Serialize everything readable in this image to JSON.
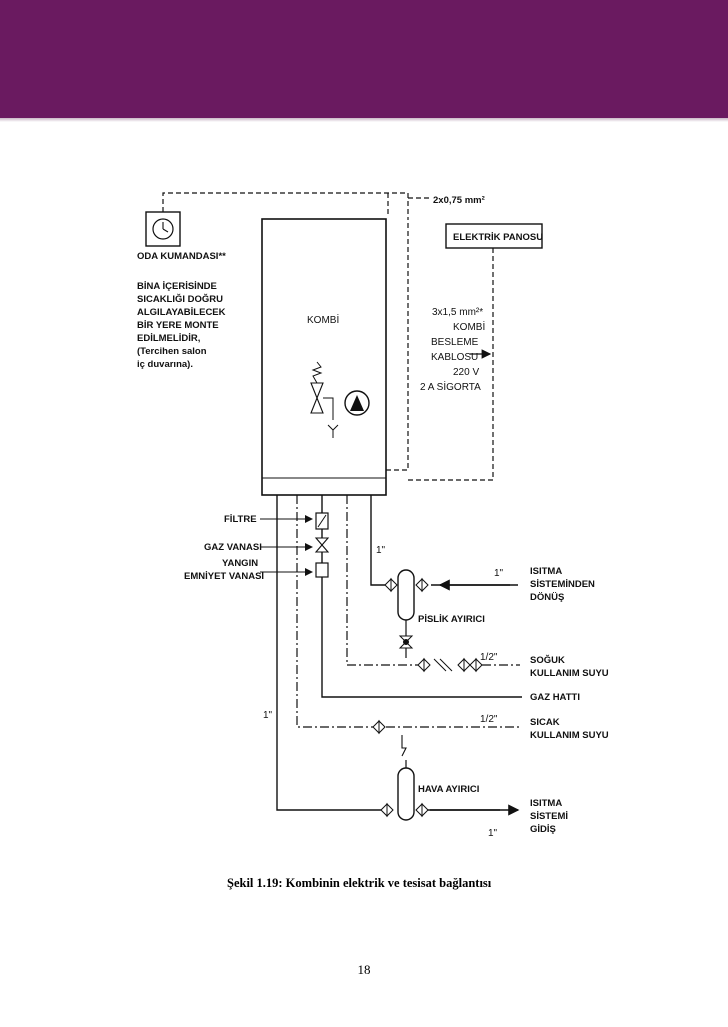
{
  "header": {
    "color": "#6a1a60"
  },
  "diagram": {
    "cable_top": "2x0,75 mm²",
    "room_thermostat": "ODA KUMANDASI**",
    "note_lines": [
      "BİNA İÇERİSİNDE",
      "SICAKLIĞI DOĞRU",
      "ALGILAYABİLECEK",
      "BİR YERE MONTE",
      "EDİLMELİDİR,",
      "(Tercihen salon",
      "iç duvarına)."
    ],
    "electric_panel": "ELEKTRİK PANOSU",
    "boiler_label": "KOMBİ",
    "supply_lines": [
      "3x1,5 mm²*",
      "KOMBİ",
      "BESLEME",
      "KABLOSU",
      "220 V",
      "2 A SİGORTA"
    ],
    "filter": "FİLTRE",
    "gas_valve": "GAZ VANASI",
    "fire_valve_1": "YANGIN",
    "fire_valve_2": "EMNİYET VANASI",
    "pipe_1in_a": "1\"",
    "pipe_1in_b": "1\"",
    "pipe_1in_c": "1\"",
    "pipe_1in_d": "1\"",
    "pipe_half_a": "1/2\"",
    "pipe_half_b": "1/2\"",
    "return_lines": [
      "ISITMA",
      "SİSTEMİNDEN",
      "DÖNÜŞ"
    ],
    "dirt_separator": "PİSLİK AYIRICI",
    "cold_lines": [
      "SOĞUK",
      "KULLANIM SUYU"
    ],
    "gas_line": "GAZ HATTI",
    "hot_lines": [
      "SICAK",
      "KULLANIM SUYU"
    ],
    "air_separator": "HAVA AYIRICI",
    "flow_lines": [
      "ISITMA",
      "SİSTEMİ",
      "GİDİŞ"
    ]
  },
  "caption": "Şekil 1.19: Kombinin elektrik ve tesisat bağlantısı",
  "page_number": "18"
}
